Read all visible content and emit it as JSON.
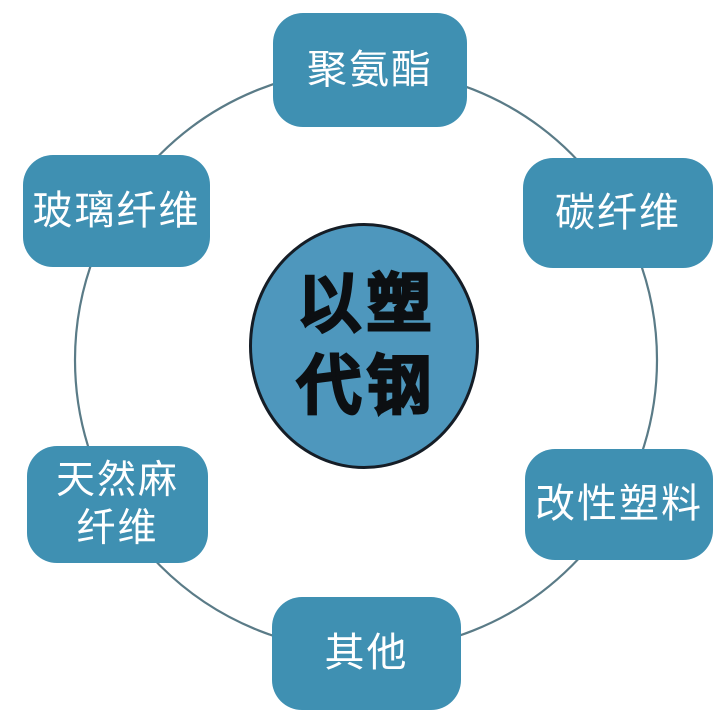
{
  "diagram": {
    "title_concept": "以塑代钢",
    "center": {
      "label": "以塑代钢",
      "line1": "以塑",
      "line2": "代钢",
      "fill_color": "#4e97bd",
      "stroke_color": "#151d26",
      "text_color": "#0c0f12"
    },
    "nodes": [
      {
        "id": "top",
        "label": "聚氨酯"
      },
      {
        "id": "right",
        "label": "碳纤维"
      },
      {
        "id": "bottom-right",
        "label": "改性塑料"
      },
      {
        "id": "bottom",
        "label": "其他"
      },
      {
        "id": "bottom-left",
        "label": "天然麻纤维"
      },
      {
        "id": "left",
        "label": "玻璃纤维"
      }
    ],
    "node_style": {
      "fill_color": "#3f90b2",
      "text_color": "#ffffff"
    },
    "ring": {
      "stroke_color": "#5a7b87"
    },
    "background_color": "#ffffff"
  }
}
